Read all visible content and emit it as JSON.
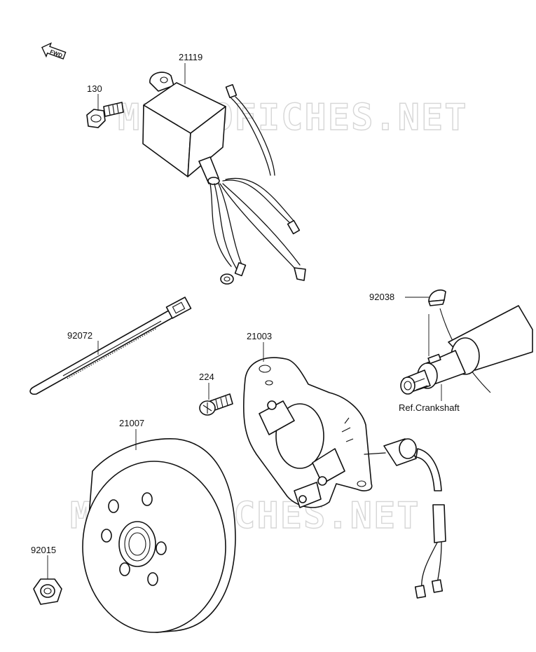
{
  "watermark": {
    "text": "MICROFICHES.NET"
  },
  "direction_badge": {
    "text": "FWD"
  },
  "callouts": [
    {
      "id": "21119",
      "text": "21119"
    },
    {
      "id": "130",
      "text": "130"
    },
    {
      "id": "92038",
      "text": "92038"
    },
    {
      "id": "92072",
      "text": "92072"
    },
    {
      "id": "21003",
      "text": "21003"
    },
    {
      "id": "224",
      "text": "224"
    },
    {
      "id": "21007",
      "text": "21007"
    },
    {
      "id": "92015",
      "text": "92015"
    },
    {
      "id": "ref",
      "text": "Ref.Crankshaft"
    }
  ],
  "colors": {
    "line": "#111111",
    "watermark": "#d6d6d6",
    "background": "#ffffff"
  }
}
